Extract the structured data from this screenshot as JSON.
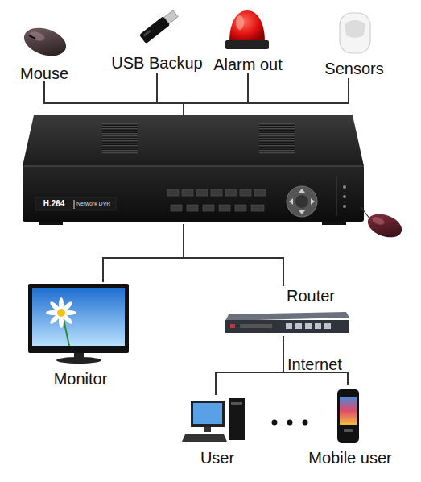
{
  "diagram": {
    "nodes": [
      {
        "text": [
          "Mouse"
        ]
      },
      {
        "text": [
          "USB Backup"
        ]
      },
      {
        "text": [
          "Alarm out"
        ]
      },
      {
        "text": [
          "Sensors"
        ]
      },
      {
        "text": [
          "H.264",
          "Network DVR"
        ]
      },
      {
        "text": [
          "Monitor"
        ]
      },
      {
        "text": [
          "Router"
        ]
      },
      {
        "text": [
          "User"
        ]
      },
      {
        "text": [
          "Mobile user"
        ]
      }
    ],
    "edges": [
      {
        "from": 4,
        "to": 0,
        "arrow": "none"
      },
      {
        "from": 4,
        "to": 1,
        "arrow": "none"
      },
      {
        "from": 4,
        "to": 2,
        "arrow": "none"
      },
      {
        "from": 4,
        "to": 3,
        "arrow": "none"
      },
      {
        "from": 4,
        "to": 5,
        "arrow": "none"
      },
      {
        "from": 4,
        "to": 6,
        "arrow": "none"
      },
      {
        "from": 6,
        "to": 7,
        "arrow": "none"
      },
      {
        "from": 6,
        "to": 8,
        "arrow": "none"
      }
    ],
    "labels": [
      "Internet"
    ]
  }
}
